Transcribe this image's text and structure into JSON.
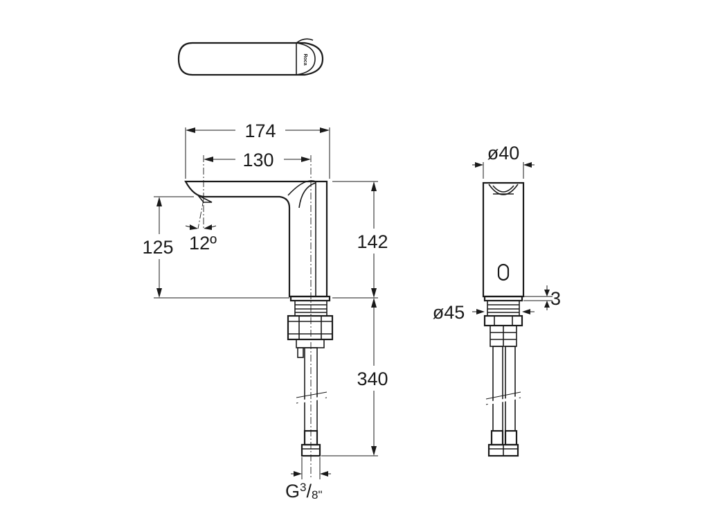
{
  "brand_logo": "Roca",
  "dimensions": {
    "overall_length": "174",
    "spout_reach": "130",
    "outlet_height": "125",
    "outlet_angle": "12º",
    "body_height": "142",
    "hose_length": "340",
    "connection_thread_base": "G",
    "connection_thread_num": "3",
    "connection_thread_den": "/",
    "connection_thread_frac": "8\"",
    "body_diameter": "ø40",
    "base_diameter": "ø45",
    "base_thickness": "3"
  }
}
